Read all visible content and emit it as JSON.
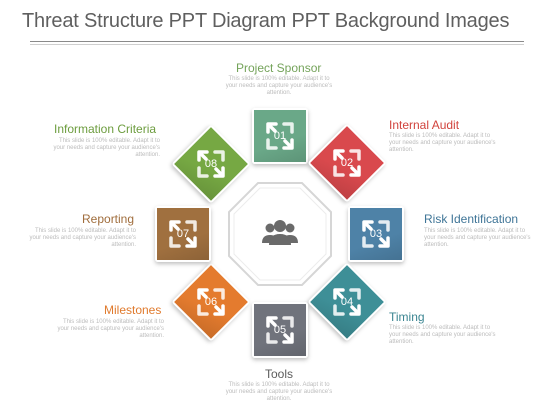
{
  "title": "Threat Structure PPT Diagram PPT Background Images",
  "center_icon": "people-group-icon",
  "description_text": "This slide is 100% editable. Adapt it to your needs and capture your audience's attention.",
  "items": [
    {
      "number": "01",
      "label": "Project Sponsor",
      "color": "#6aa888",
      "label_color": "#74a35a"
    },
    {
      "number": "02",
      "label": "Internal Audit",
      "color": "#d9494d",
      "label_color": "#d1433d"
    },
    {
      "number": "03",
      "label": "Risk Identification",
      "color": "#4e82a7",
      "label_color": "#3f7597"
    },
    {
      "number": "04",
      "label": "Timing",
      "color": "#3e8f97",
      "label_color": "#3b8591"
    },
    {
      "number": "05",
      "label": "Tools",
      "color": "#70737c",
      "label_color": "#5c5c5c"
    },
    {
      "number": "06",
      "label": "Milestones",
      "color": "#e47b2e",
      "label_color": "#e07a2d"
    },
    {
      "number": "07",
      "label": "Reporting",
      "color": "#a0703f",
      "label_color": "#a06d3c"
    },
    {
      "number": "08",
      "label": "Information Criteria",
      "color": "#76a843",
      "label_color": "#6d9d3f"
    }
  ]
}
